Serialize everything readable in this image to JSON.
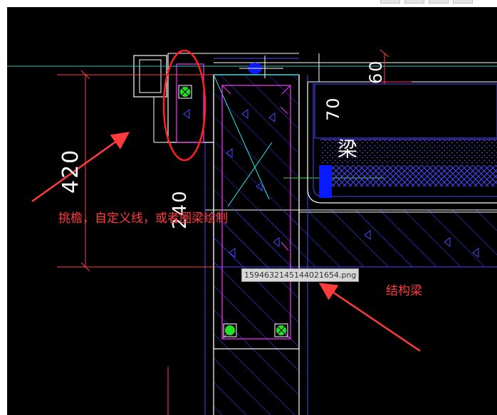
{
  "drawing": {
    "dimensions": {
      "height_left": "420",
      "width_center": "240",
      "top_right_a": "60",
      "top_right_b": "70"
    },
    "label_beam": "梁",
    "annotations": {
      "eave_note": "挑檐，自定义线，或者圈梁绘制",
      "structural_beam": "结构梁"
    },
    "filename_tag": "1594632145144021654.png"
  },
  "colors": {
    "background": "#000000",
    "outline": "#ffffff",
    "concrete": "#4a4aff",
    "rebar": "#ff33ff",
    "cyan": "#33e6e6",
    "annotation": "#ff3b3b",
    "dimension": "#ff4040",
    "node": "#22e022"
  }
}
